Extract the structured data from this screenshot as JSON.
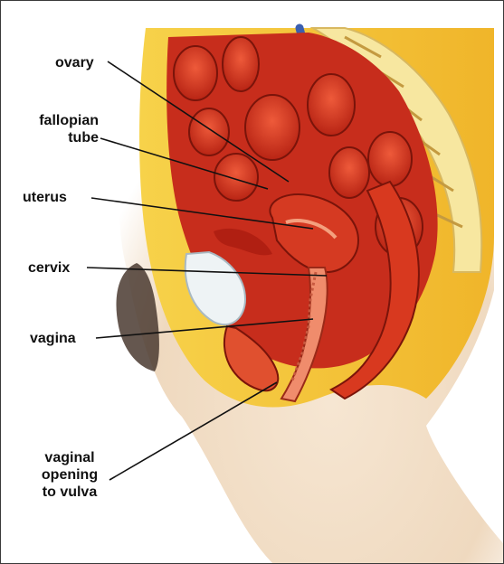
{
  "labels": {
    "ovary": "ovary",
    "fallopian_tube_line1": "fallopian",
    "fallopian_tube_line2": "tube",
    "uterus": "uterus",
    "cervix": "cervix",
    "vagina": "vagina",
    "vaginal_opening_line1": "vaginal",
    "vaginal_opening_line2": "opening",
    "vaginal_opening_line3": "to vulva"
  },
  "colors": {
    "skin": "#f2dfc8",
    "fat": "#f5c437",
    "muscle_red": "#d4321f",
    "muscle_dark": "#a81e12",
    "pink": "#f08c6c",
    "hair": "#4a3a30",
    "bone": "#f7e7a0",
    "leader_line": "#111111"
  }
}
